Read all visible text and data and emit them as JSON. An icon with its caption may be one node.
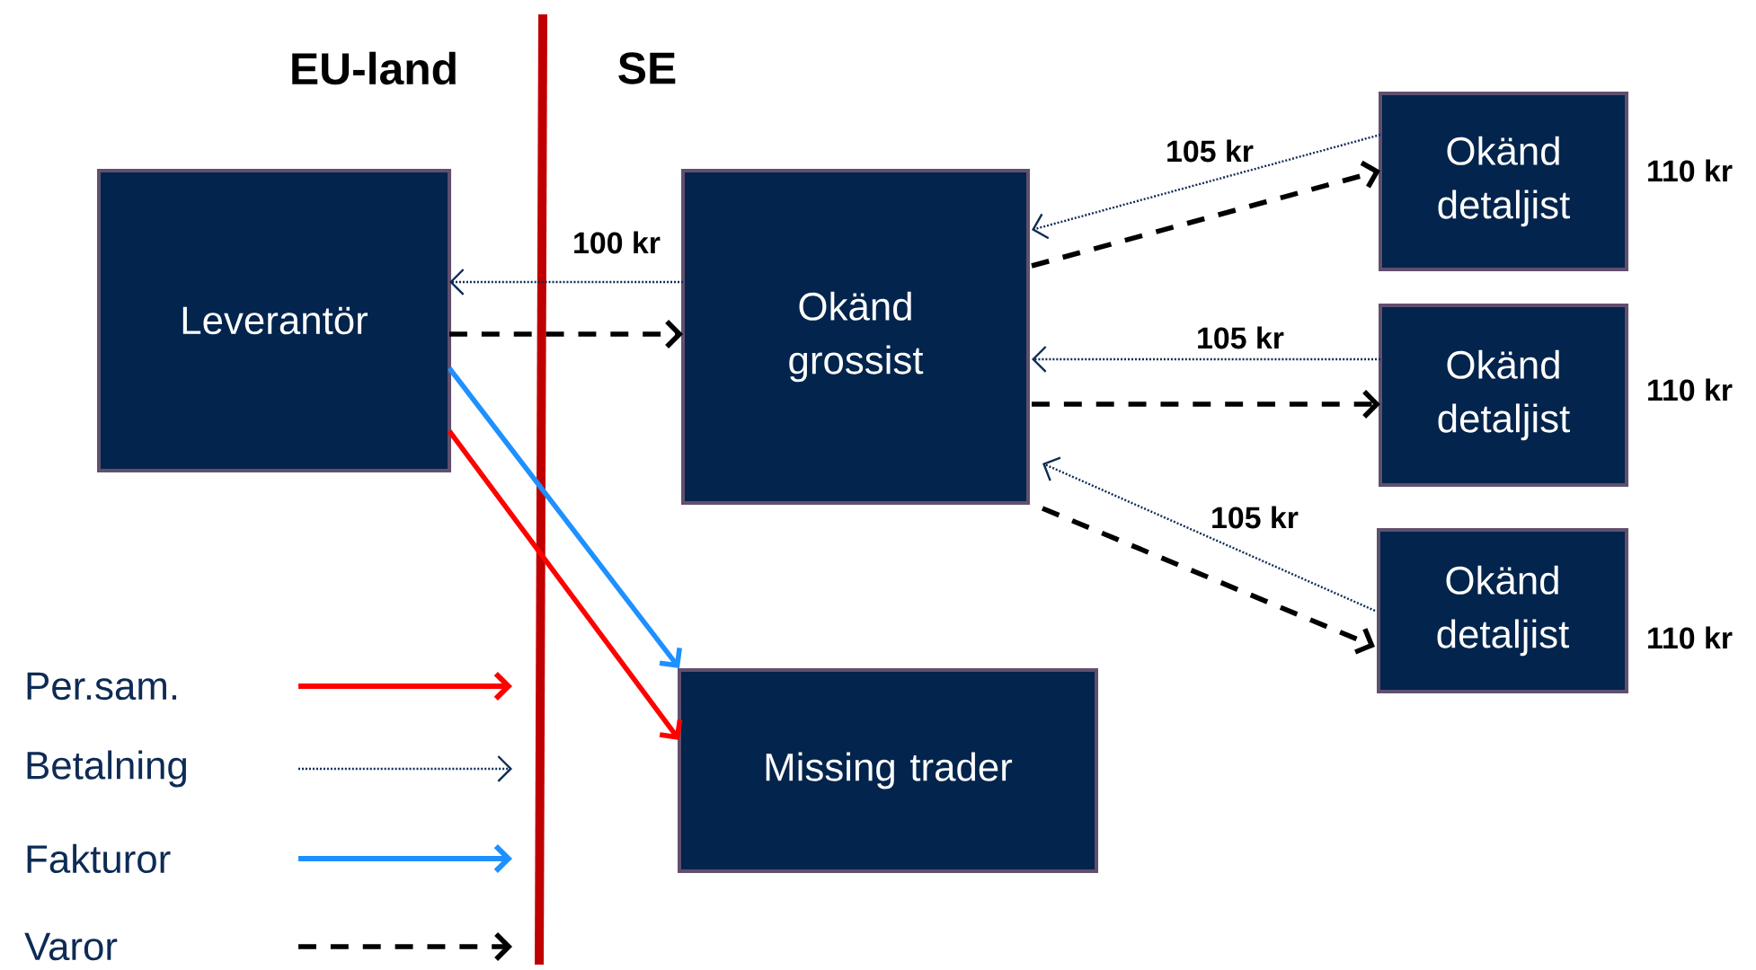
{
  "diagram": {
    "nodes": [
      {
        "text": [
          "Leverantör"
        ]
      },
      {
        "text": [
          "Okänd grossist"
        ]
      },
      {
        "text": [
          "Okänd detaljist"
        ],
        "beside": [
          "110 kr"
        ]
      },
      {
        "text": [
          "Okänd detaljist"
        ],
        "beside": [
          "110 kr"
        ]
      },
      {
        "text": [
          "Okänd detaljist"
        ],
        "beside": [
          "110 kr"
        ]
      },
      {
        "text": [
          "Missing trader"
        ]
      }
    ],
    "edges": [
      {
        "from": 1,
        "to": 0,
        "arrow": "to",
        "label": "100 kr",
        "style": "dashed",
        "color": "#0d2b55"
      },
      {
        "from": 0,
        "to": 1,
        "arrow": "to",
        "style": "dashed"
      },
      {
        "from": 2,
        "to": 1,
        "arrow": "to",
        "label": "105 kr",
        "style": "dashed",
        "color": "#0d2b55"
      },
      {
        "from": 1,
        "to": 2,
        "arrow": "to",
        "style": "dashed"
      },
      {
        "from": 3,
        "to": 1,
        "arrow": "to",
        "label": "105 kr",
        "style": "dashed",
        "color": "#0d2b55"
      },
      {
        "from": 1,
        "to": 3,
        "arrow": "to",
        "style": "dashed"
      },
      {
        "from": 4,
        "to": 1,
        "arrow": "to",
        "label": "105 kr",
        "style": "dashed",
        "color": "#0d2b55"
      },
      {
        "from": 1,
        "to": 4,
        "arrow": "to",
        "style": "dashed"
      },
      {
        "from": 0,
        "to": 5,
        "arrow": "to",
        "color": "#1e90ff"
      },
      {
        "from": 0,
        "to": 5,
        "arrow": "to",
        "color": "#ff0000"
      }
    ],
    "labels": [
      "EU-land",
      "SE"
    ],
    "legend": [
      {
        "text": "Per.sam."
      },
      {
        "text": "Betalning"
      },
      {
        "text": "Fakturor"
      },
      {
        "text": "Varor"
      }
    ]
  }
}
